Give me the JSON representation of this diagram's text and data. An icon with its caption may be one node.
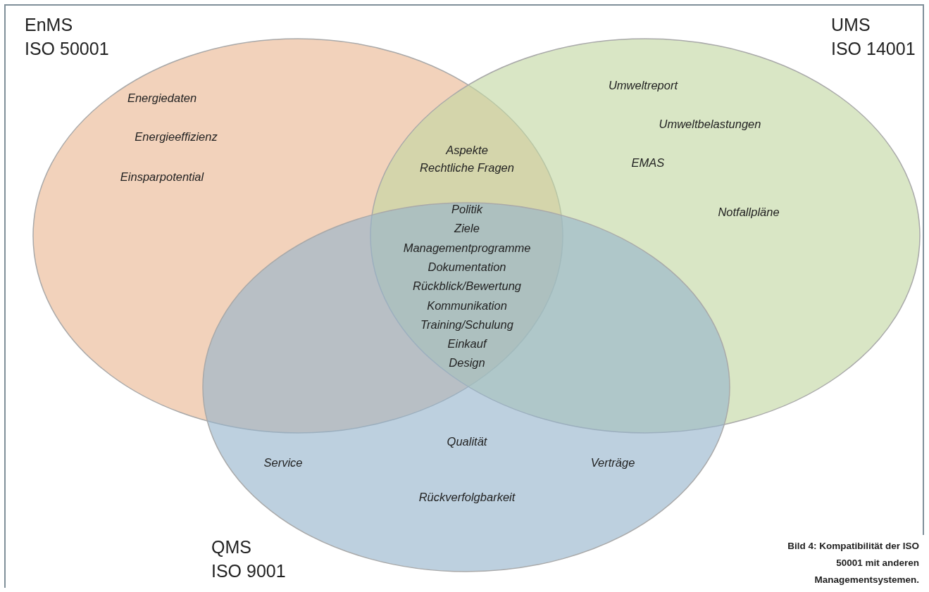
{
  "diagram": {
    "caption": "Bild 4: Kompatibilität der ISO 50001 mit anderen Managementsystemen.",
    "nodes": [
      {
        "text": [
          "EnMS",
          "ISO 50001"
        ]
      },
      {
        "text": [
          "UMS",
          "ISO 14001"
        ]
      },
      {
        "text": [
          "QMS",
          "ISO 9001"
        ]
      }
    ],
    "labels": [
      "Energiedaten",
      "Energieeffizienz",
      "Einsparpotential",
      "Umweltreport",
      "Umweltbelastungen",
      "EMAS",
      "Notfallpläne",
      "Aspekte",
      "Rechtliche Fragen",
      "Politik",
      "Ziele",
      "Managementprogramme",
      "Dokumentation",
      "Rückblick/Bewertung",
      "Kommunikation",
      "Training/Schulung",
      "Einkauf",
      "Design",
      "Qualität",
      "Service",
      "Verträge",
      "Rückverfolgbarkeit"
    ]
  }
}
